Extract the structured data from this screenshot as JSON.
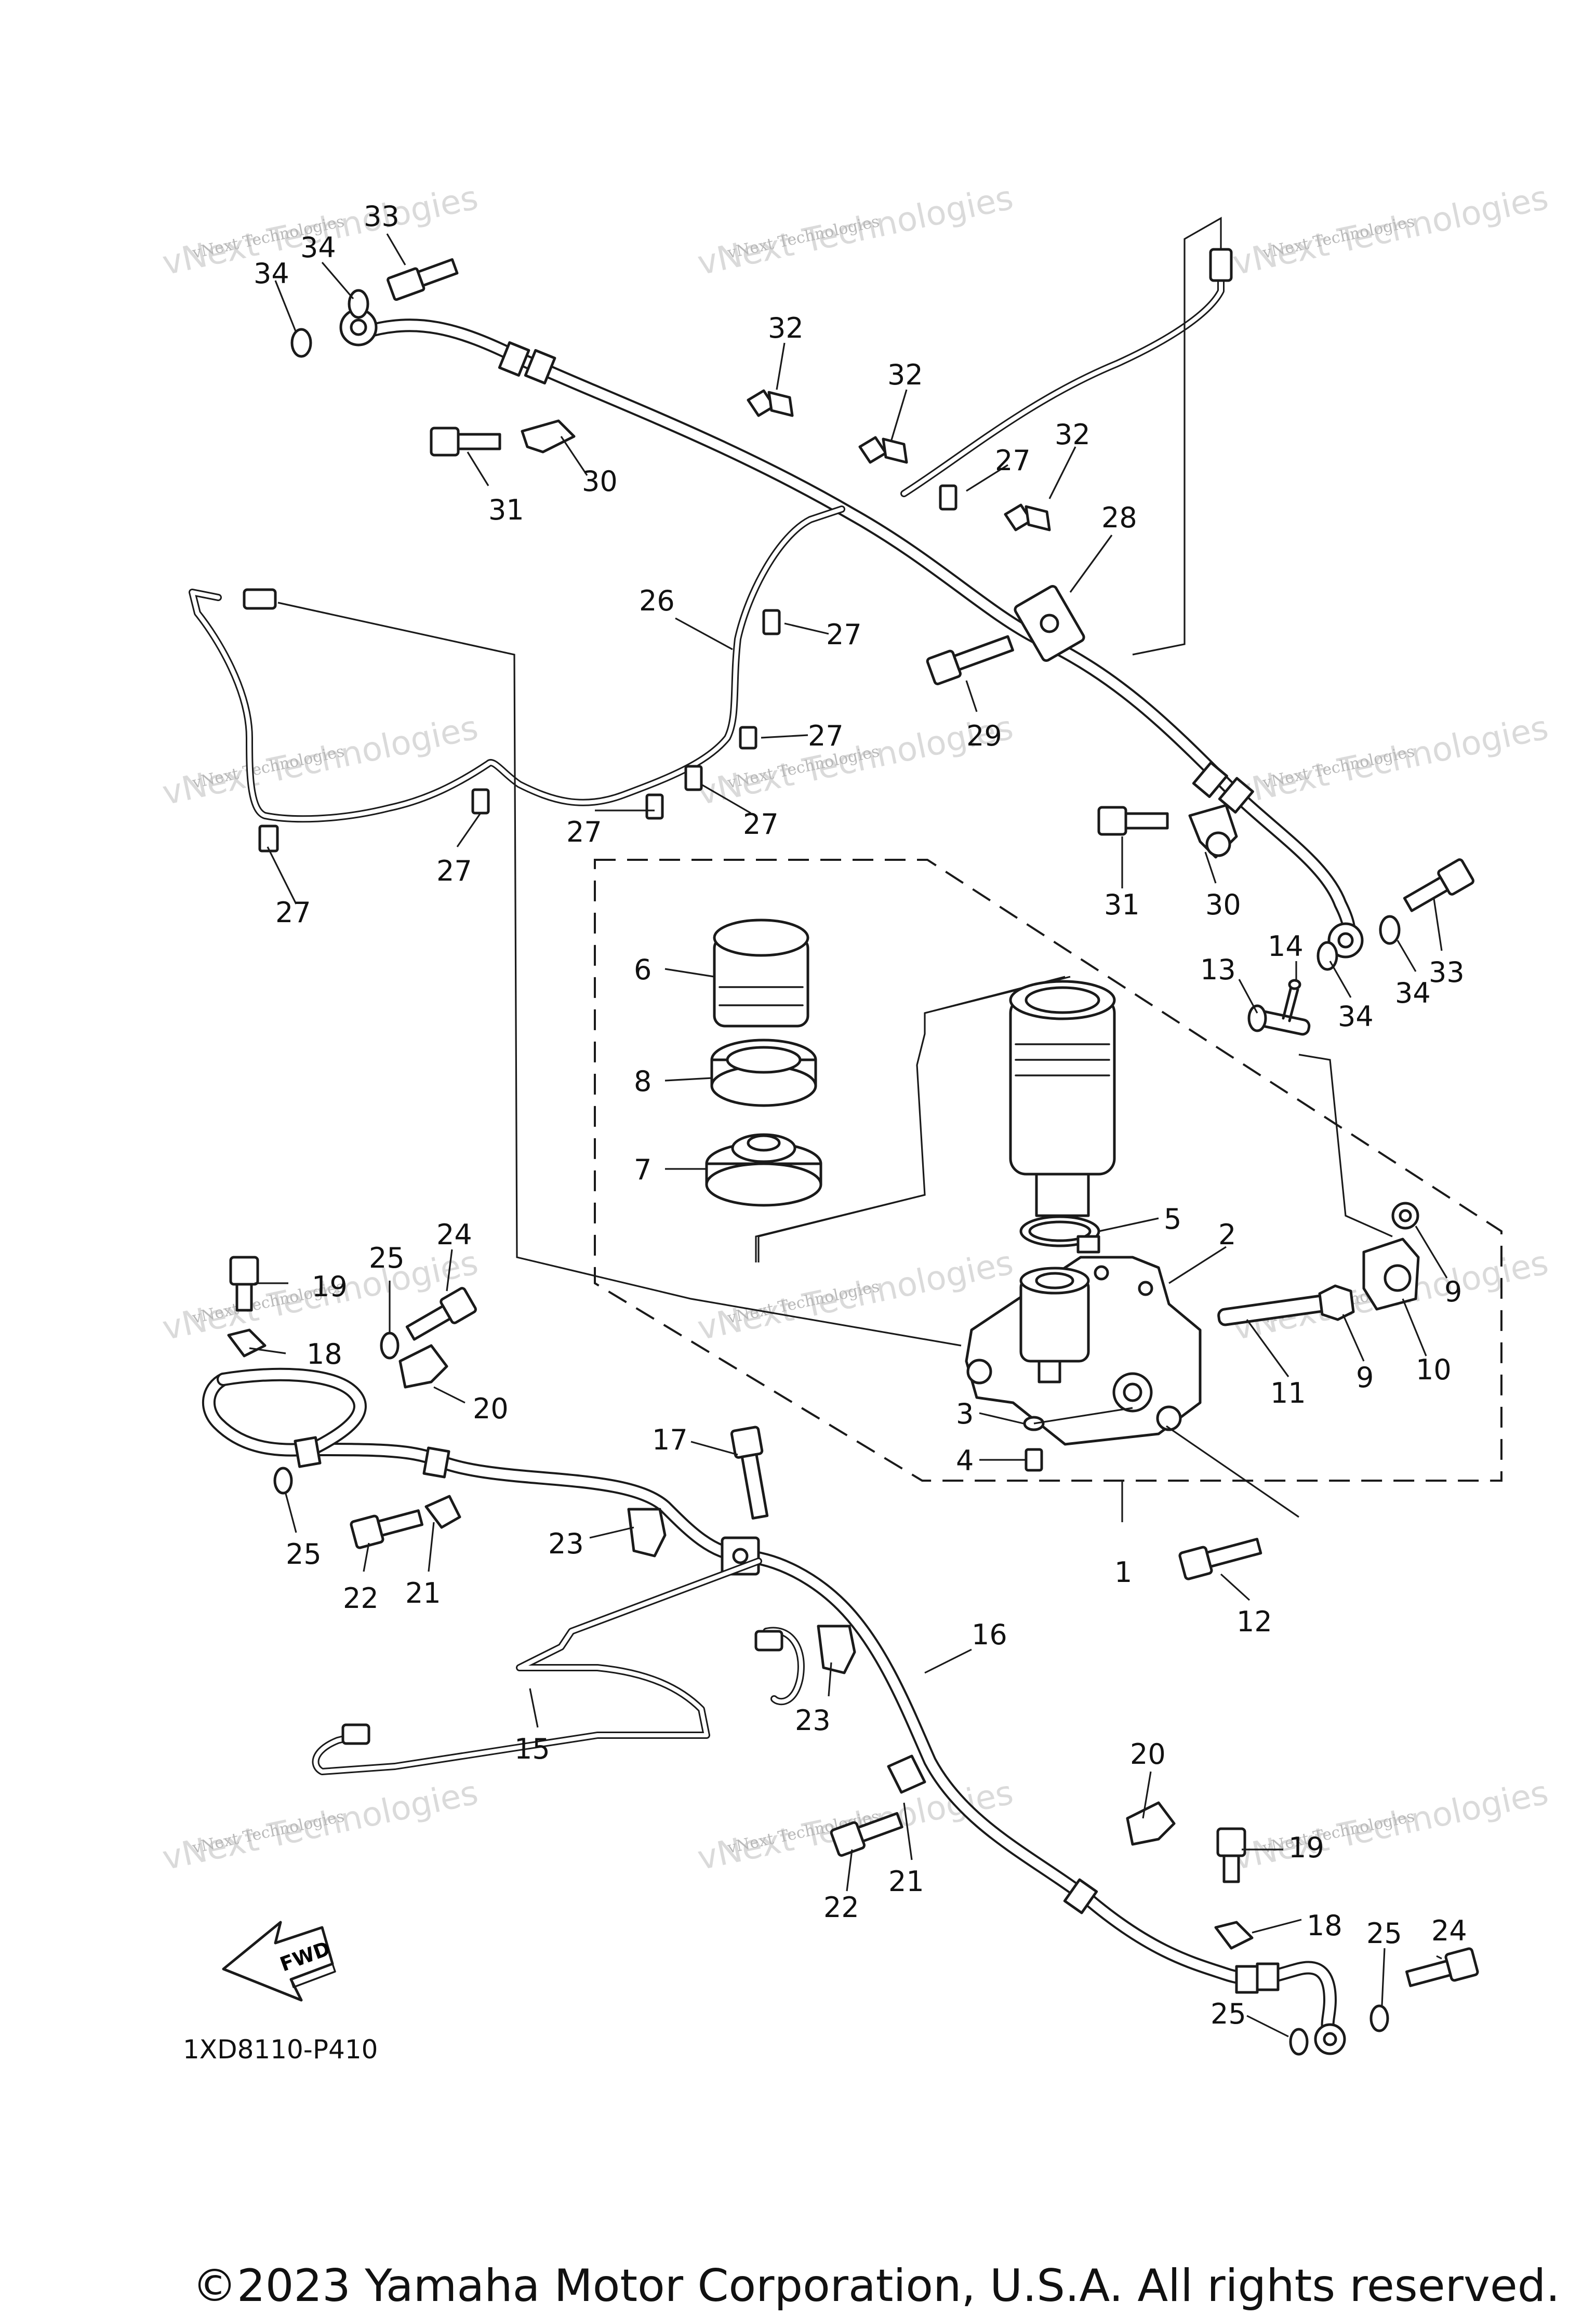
{
  "diagram": {
    "code": "1XD8110-P410",
    "copyright": "©2023 Yamaha Motor Corporation, U.S.A. All rights reserved.",
    "fwd_label": "FWD",
    "watermark": {
      "small": "vNext Technologies",
      "big": "vNext Technologies"
    },
    "callouts": [
      {
        "id": "c33a",
        "label": "33"
      },
      {
        "id": "c34a",
        "label": "34"
      },
      {
        "id": "c34b",
        "label": "34"
      },
      {
        "id": "c32a",
        "label": "32"
      },
      {
        "id": "c32b",
        "label": "32"
      },
      {
        "id": "c32c",
        "label": "32"
      },
      {
        "id": "c27a",
        "label": "27"
      },
      {
        "id": "c28",
        "label": "28"
      },
      {
        "id": "c31a",
        "label": "31"
      },
      {
        "id": "c30a",
        "label": "30"
      },
      {
        "id": "c26",
        "label": "26"
      },
      {
        "id": "c27b",
        "label": "27"
      },
      {
        "id": "c29",
        "label": "29"
      },
      {
        "id": "c27c",
        "label": "27"
      },
      {
        "id": "c27d",
        "label": "27"
      },
      {
        "id": "c27e",
        "label": "27"
      },
      {
        "id": "c27f",
        "label": "27"
      },
      {
        "id": "c27g",
        "label": "27"
      },
      {
        "id": "c31b",
        "label": "31"
      },
      {
        "id": "c30b",
        "label": "30"
      },
      {
        "id": "c33b",
        "label": "33"
      },
      {
        "id": "c34c",
        "label": "34"
      },
      {
        "id": "c34d",
        "label": "34"
      },
      {
        "id": "c14",
        "label": "14"
      },
      {
        "id": "c13",
        "label": "13"
      },
      {
        "id": "c6",
        "label": "6"
      },
      {
        "id": "c8",
        "label": "8"
      },
      {
        "id": "c7",
        "label": "7"
      },
      {
        "id": "c5",
        "label": "5"
      },
      {
        "id": "c2",
        "label": "2"
      },
      {
        "id": "c9a",
        "label": "9"
      },
      {
        "id": "c10",
        "label": "10"
      },
      {
        "id": "c9b",
        "label": "9"
      },
      {
        "id": "c11",
        "label": "11"
      },
      {
        "id": "c3",
        "label": "3"
      },
      {
        "id": "c4",
        "label": "4"
      },
      {
        "id": "c24a",
        "label": "24"
      },
      {
        "id": "c25a",
        "label": "25"
      },
      {
        "id": "c19a",
        "label": "19"
      },
      {
        "id": "c18a",
        "label": "18"
      },
      {
        "id": "c20a",
        "label": "20"
      },
      {
        "id": "c17",
        "label": "17"
      },
      {
        "id": "c25b",
        "label": "25"
      },
      {
        "id": "c23a",
        "label": "23"
      },
      {
        "id": "c22a",
        "label": "22"
      },
      {
        "id": "c21a",
        "label": "21"
      },
      {
        "id": "c1",
        "label": "1"
      },
      {
        "id": "c12",
        "label": "12"
      },
      {
        "id": "c16",
        "label": "16"
      },
      {
        "id": "c23b",
        "label": "23"
      },
      {
        "id": "c15",
        "label": "15"
      },
      {
        "id": "c20b",
        "label": "20"
      },
      {
        "id": "c19b",
        "label": "19"
      },
      {
        "id": "c18b",
        "label": "18"
      },
      {
        "id": "c25c",
        "label": "25"
      },
      {
        "id": "c24b",
        "label": "24"
      },
      {
        "id": "c25d",
        "label": "25"
      },
      {
        "id": "c22b",
        "label": "22"
      },
      {
        "id": "c21b",
        "label": "21"
      }
    ]
  }
}
